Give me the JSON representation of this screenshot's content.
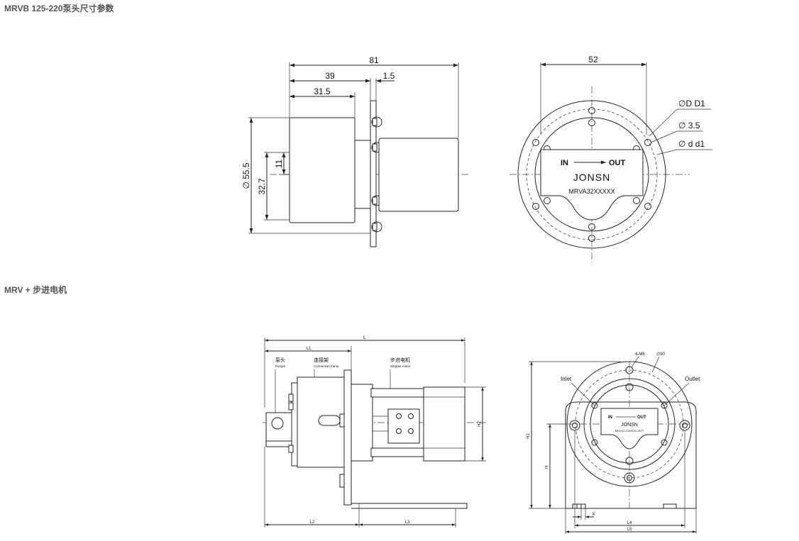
{
  "headings": {
    "pump_head": "MRVB 125-220泵头尺寸参数",
    "motor_combo": "MRV + 步进电机"
  },
  "pump_side": {
    "dims": {
      "total": "81",
      "mid": "39",
      "flange": "1.5",
      "short": "31.5",
      "dia": "∅ 55.5",
      "h1": "32.7",
      "h2": "11"
    }
  },
  "pump_front": {
    "dims": {
      "width": "52",
      "dD1": "∅D   D1",
      "hole": "∅ 3.5",
      "dd1": "∅ d    d1"
    },
    "plate": {
      "in": "IN",
      "out": "OUT",
      "logo": "JONSN",
      "model": "MRVA32XXXXX"
    }
  },
  "motor_side": {
    "dims": {
      "L": "L",
      "L1": "L1",
      "L2": "L2",
      "L3": "L3",
      "H2": "H2"
    },
    "labels": {
      "pump_cn": "泵头",
      "pump_en": "Pumps",
      "conn_cn": "连接架",
      "conn_en": "Connection frame",
      "motor_cn": "步进电机",
      "motor_en": "Stepper motor"
    }
  },
  "motor_front": {
    "dims": {
      "m6": "4-M6",
      "dia90": "∅90",
      "H1": "H1",
      "H": "H",
      "K": "K",
      "L4": "L4",
      "L5": "L5"
    },
    "labels": {
      "inlet": "Inlet",
      "outlet": "Outlet"
    },
    "plate": {
      "in": "IN",
      "out": "OUT",
      "logo": "JONSN",
      "model": "MRV32-220XXX-LRTT"
    }
  }
}
